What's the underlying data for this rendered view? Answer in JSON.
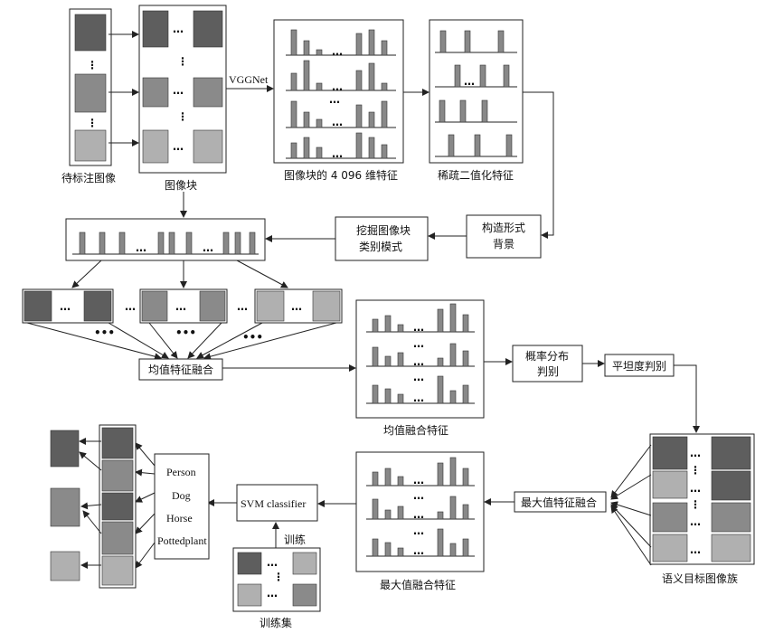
{
  "labels": {
    "input_images": "待标注图像",
    "image_patches": "图像块",
    "vggnet": "VGGNet",
    "feat4096": "图像块的 4 096 维特征",
    "sparse_binary": "稀疏二值化特征",
    "construct_bg_1": "构造形式",
    "construct_bg_2": "背景",
    "mine_patterns_1": "挖掘图像块",
    "mine_patterns_2": "类别模式",
    "mean_fusion_box": "均值特征融合",
    "mean_fusion_feat": "均值融合特征",
    "prob_dist_1": "概率分布",
    "prob_dist_2": "判别",
    "flatness": "平坦度判别",
    "semantic_family": "语义目标图像族",
    "max_fusion_box": "最大值特征融合",
    "max_fusion_feat": "最大值融合特征",
    "svm": "SVM classifier",
    "train_label": "训练",
    "train_set": "训练集",
    "classes": [
      "Person",
      "Dog",
      "Horse",
      "Pottedplant"
    ]
  }
}
